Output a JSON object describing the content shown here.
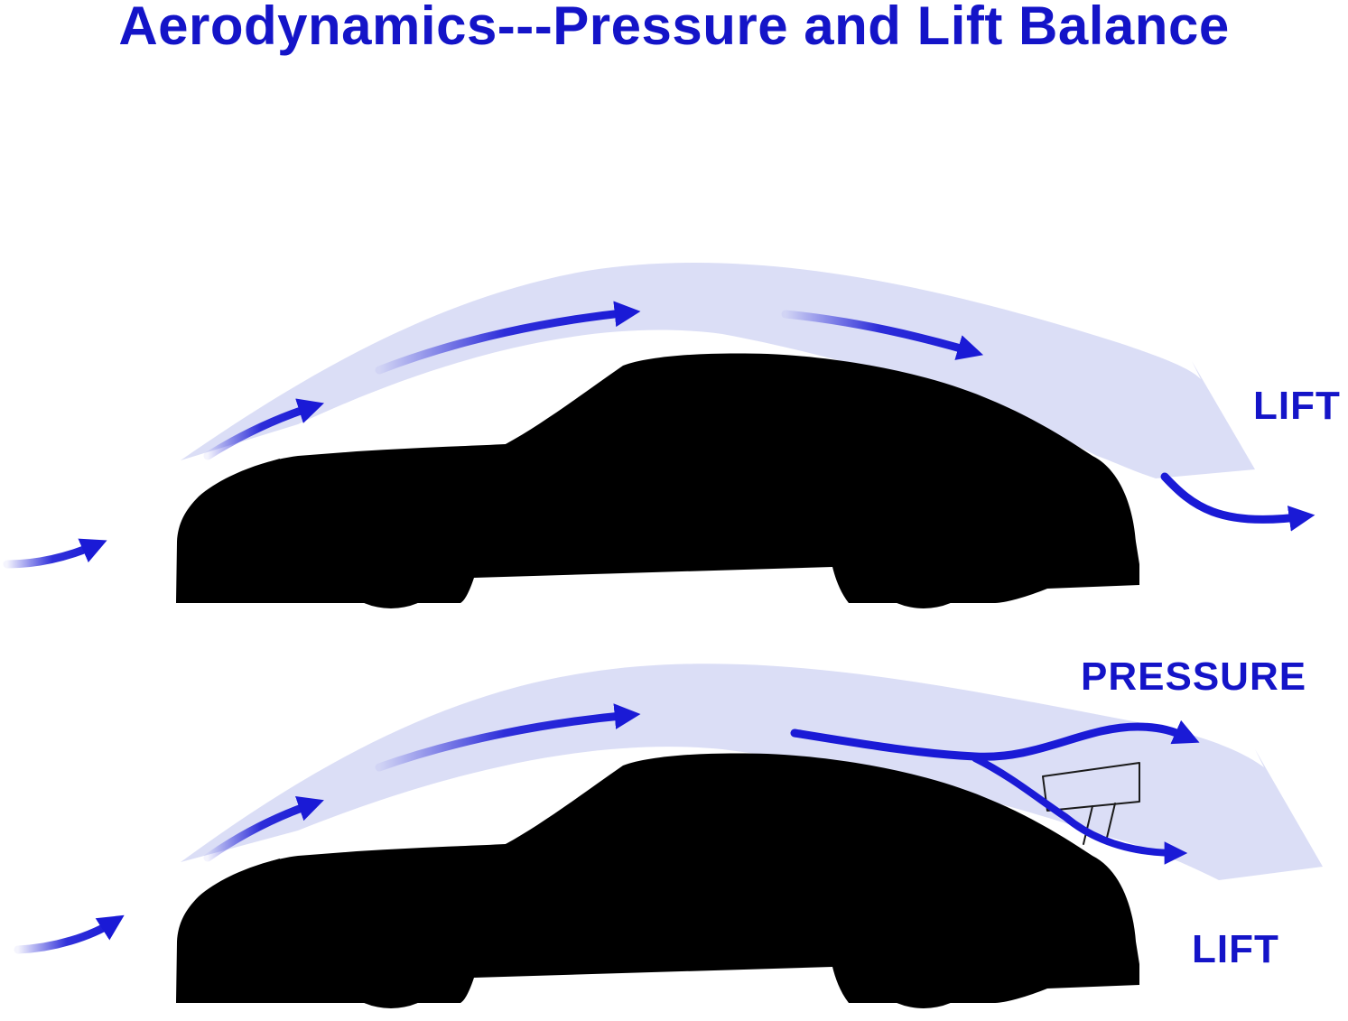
{
  "title": "Aerodynamics---Pressure and Lift Balance",
  "colors": {
    "title": "#1414c8",
    "labels": "#1414c8",
    "arrow": "#1a1ad6",
    "airflow_band": "#d7daf5",
    "car_outline": "#1a1a1a"
  },
  "panels": {
    "top": {
      "labels": {
        "lift": "LIFT"
      },
      "has_rear_wing": false
    },
    "bottom": {
      "labels": {
        "pressure": "PRESSURE",
        "lift": "LIFT"
      },
      "has_rear_wing": true
    }
  }
}
